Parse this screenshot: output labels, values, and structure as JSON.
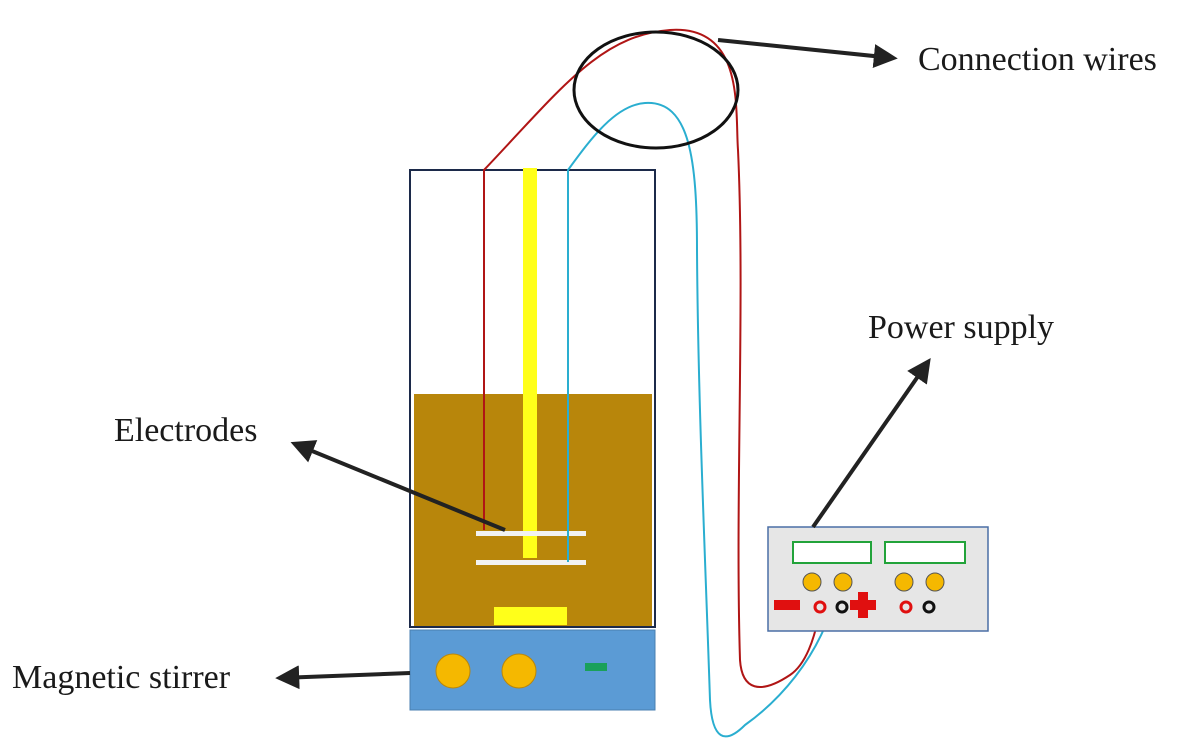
{
  "labels": {
    "connection_wires": "Connection wires",
    "power_supply": "Power supply",
    "electrodes": "Electrodes",
    "magnetic_stirrer": "Magnetic stirrer"
  },
  "colors": {
    "beaker_outline": "#1c2a4a",
    "solution": "#b8860b",
    "stir_rod": "#ffff1a",
    "stir_bar": "#ffff1a",
    "stirrer_base": "#5b9bd5",
    "stirrer_knob": "#f5b800",
    "stirrer_indicator": "#1aa05a",
    "wire_red": "#b01515",
    "wire_blue": "#2aaed0",
    "power_body": "#e6e6e6",
    "power_display": "#22a33a",
    "power_knob": "#f5b800",
    "terminal_red": "#e01010",
    "terminal_black": "#111111",
    "arrow": "#222222"
  },
  "icons": [
    "minus-sign-icon",
    "plus-sign-icon"
  ]
}
